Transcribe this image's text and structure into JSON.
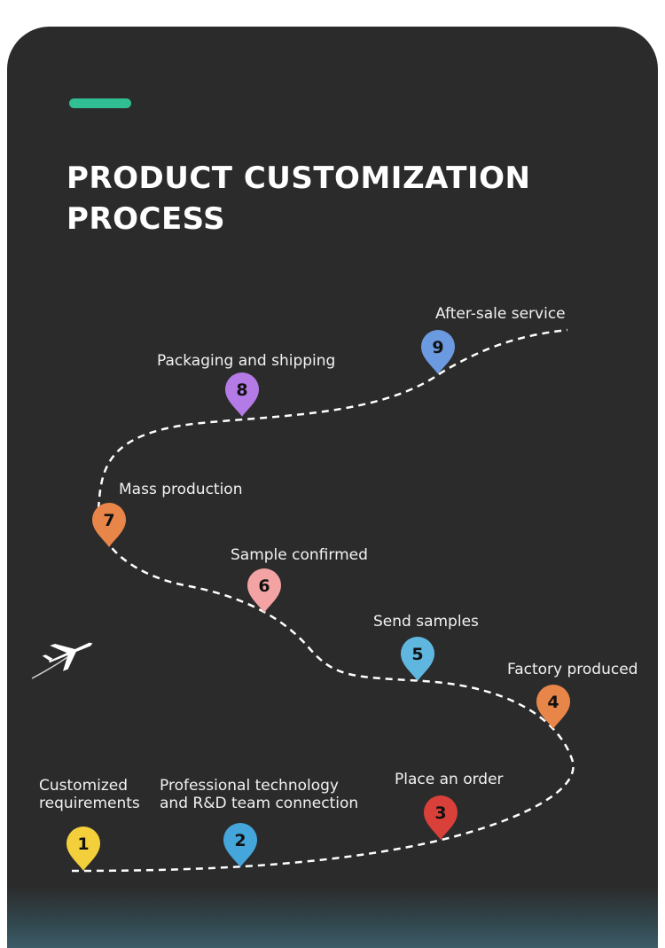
{
  "header": {
    "title": "PRODUCT CUSTOMIZATION PROCESS",
    "accent_color": "#2fbf93"
  },
  "steps": [
    {
      "number": "1",
      "label": "Customized\nrequirements",
      "color": "#f2cf3b"
    },
    {
      "number": "2",
      "label": "Professional technology\nand R&D team connection",
      "color": "#45a6dc"
    },
    {
      "number": "3",
      "label": "Place an order",
      "color": "#d9403a"
    },
    {
      "number": "4",
      "label": "Factory produced",
      "color": "#e8864a"
    },
    {
      "number": "5",
      "label": "Send samples",
      "color": "#5fb7e0"
    },
    {
      "number": "6",
      "label": "Sample confirmed",
      "color": "#f3a3a3"
    },
    {
      "number": "7",
      "label": "Mass production",
      "color": "#e8864a"
    },
    {
      "number": "8",
      "label": "Packaging and shipping",
      "color": "#b47ae6"
    },
    {
      "number": "9",
      "label": "After-sale service",
      "color": "#6b9ae0"
    }
  ],
  "icons": {
    "plane": "airplane-icon"
  }
}
